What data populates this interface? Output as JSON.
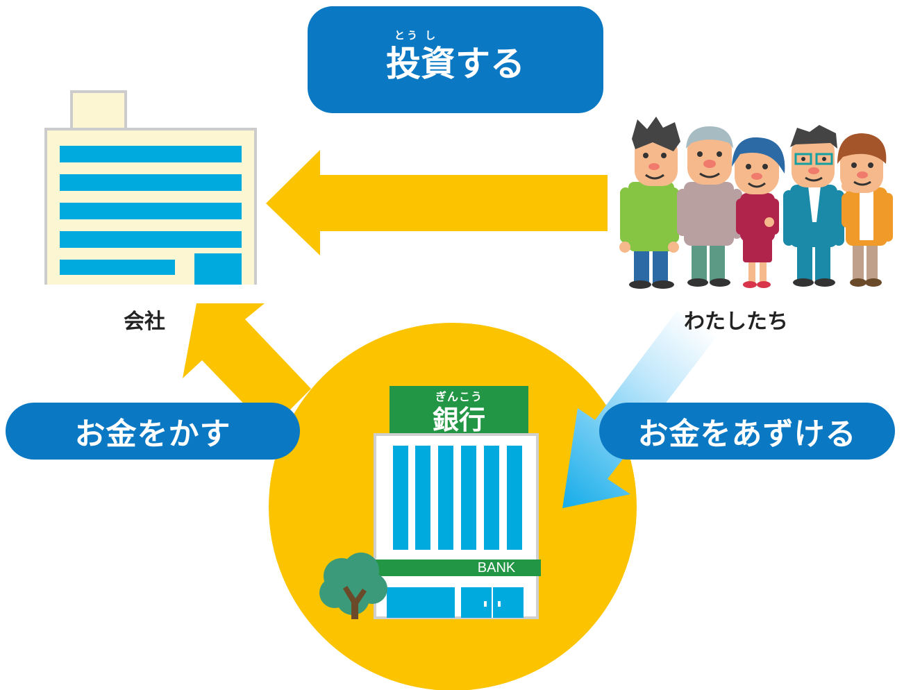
{
  "invest": {
    "ruby": "とう し",
    "label": "投資する"
  },
  "company": {
    "label": "会社"
  },
  "us": {
    "label": "わたしたち"
  },
  "lend": {
    "label": "お金をかす"
  },
  "deposit": {
    "label": "お金をあずける"
  },
  "bank": {
    "ruby": "ぎんこう",
    "label": "銀行",
    "sign": "BANK"
  },
  "colors": {
    "pill": "#0a78c2",
    "yellow_arrow": "#fcc400",
    "blue_arrow": "#4fbfee",
    "bank_green": "#239645",
    "window_blue": "#00a9de"
  },
  "icons": [
    "office-building-icon",
    "people-group-icon",
    "bank-building-icon",
    "tree-icon"
  ]
}
